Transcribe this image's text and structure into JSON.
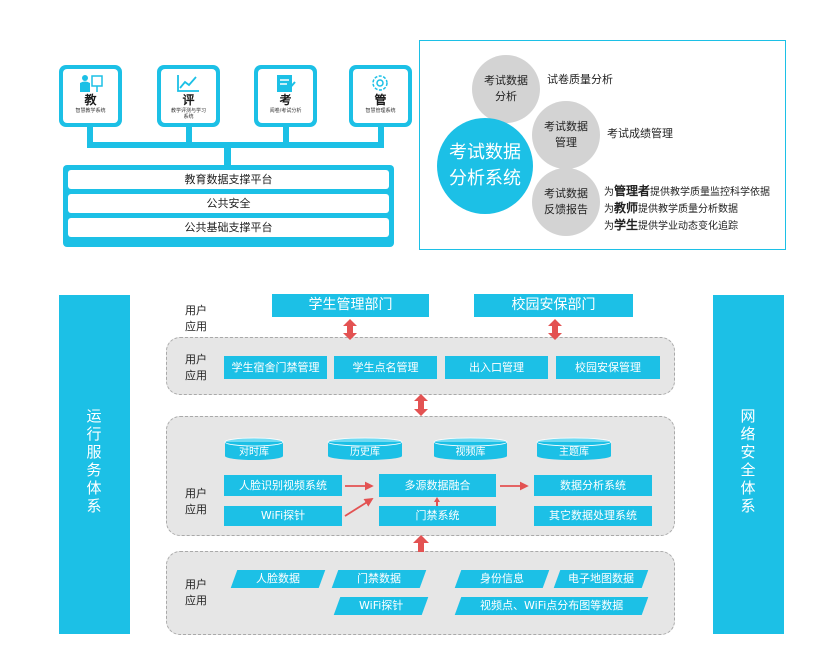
{
  "platform": {
    "systems": [
      {
        "char": "教",
        "subtitle": "智慧教学系统",
        "icon": "teacher-icon"
      },
      {
        "char": "评",
        "subtitle": "教学评测与学习\n系统",
        "icon": "chart-icon"
      },
      {
        "char": "考",
        "subtitle": "阅卷/考试分析",
        "icon": "exam-paper-icon"
      },
      {
        "char": "管",
        "subtitle": "智慧管理系统",
        "icon": "gear-icon"
      }
    ],
    "layers": [
      "教育数据支撑平台",
      "公共安全",
      "公共基础支撑平台"
    ]
  },
  "exam": {
    "center": "考试数据\n分析系统",
    "nodes": [
      {
        "circle": "考试数据\n分析",
        "label": "试卷质量分析"
      },
      {
        "circle": "考试数据\n管理",
        "label": "考试成绩管理"
      },
      {
        "circle": "考试数据\n反馈报告"
      }
    ],
    "feedback": [
      {
        "pre": "为",
        "bold": "管理者",
        "post": "提供教学质量监控科学依据"
      },
      {
        "pre": "为",
        "bold": "教师",
        "post": "提供教学质量分析数据"
      },
      {
        "pre": "为",
        "bold": "学生",
        "post": "提供学业动态变化追踪"
      }
    ]
  },
  "security": {
    "left_column": [
      "运",
      "行",
      "服",
      "务",
      "体",
      "系"
    ],
    "right_column": [
      "网",
      "络",
      "安",
      "全",
      "体",
      "系"
    ],
    "user_app_label": "用户\n应用",
    "departments": [
      "学生管理部门",
      "校园安保部门"
    ],
    "applications": [
      "学生宿舍门禁管理",
      "学生点名管理",
      "出入口管理",
      "校园安保管理"
    ],
    "databases": [
      "对时库",
      "历史库",
      "视频库",
      "主题库"
    ],
    "sources": [
      "人脸识别视频系统",
      "WiFi探针"
    ],
    "fusion": "多源数据融合",
    "access": "门禁系统",
    "analysis": "数据分析系统",
    "other": "其它数据处理系统",
    "data_row1": [
      "人脸数据",
      "门禁数据",
      "身份信息",
      "电子地图数据"
    ],
    "data_row2": [
      "WiFi探针",
      "视频点、WiFi点分布图等数据"
    ],
    "colors": {
      "primary": "#1cc0e6",
      "arrow": "#e35252",
      "gray_circle": "#d3d3d3",
      "layer_bg": "#e6e6e6"
    }
  }
}
